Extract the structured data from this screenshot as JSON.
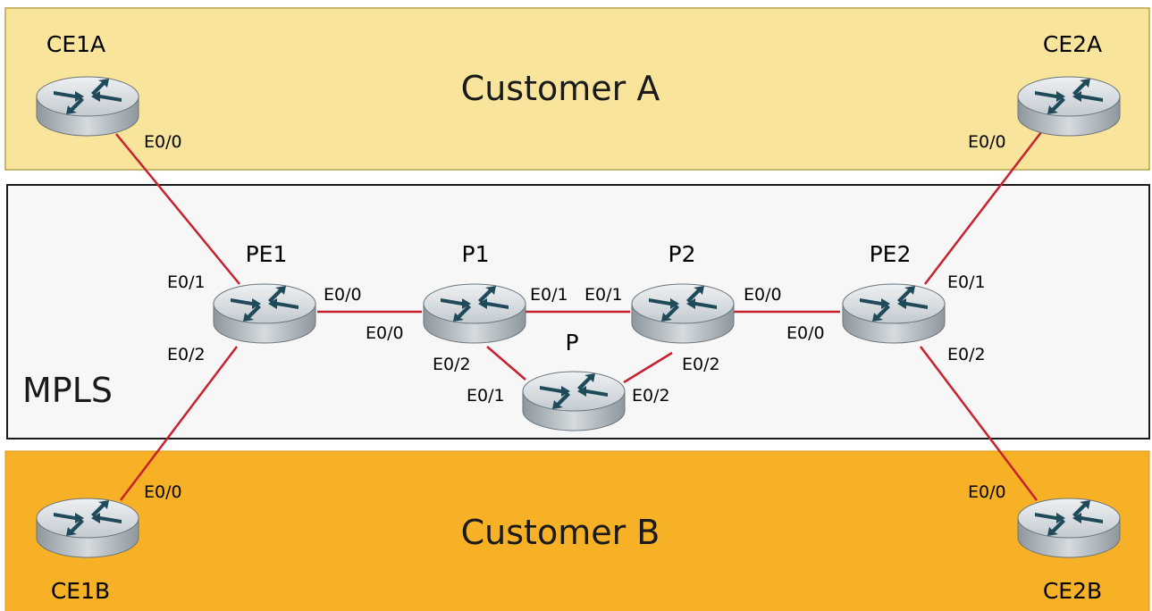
{
  "zones": {
    "customer_a": {
      "title": "Customer A",
      "color": "#f8e49a"
    },
    "mpls": {
      "title": "MPLS",
      "color": "#f7f7f7"
    },
    "customer_b": {
      "title": "Customer B",
      "color": "#f6b126"
    }
  },
  "colors": {
    "link": "#c8202f",
    "router_body": "#b9c2c8",
    "router_arrows": "#1f4a5a"
  },
  "routers": {
    "ce1a": "CE1A",
    "ce2a": "CE2A",
    "pe1": "PE1",
    "p1": "P1",
    "p2": "P2",
    "pe2": "PE2",
    "p": "P",
    "ce1b": "CE1B",
    "ce2b": "CE2B"
  },
  "interfaces": {
    "ce1a_e00": "E0/0",
    "ce2a_e00": "E0/0",
    "pe1_e01": "E0/1",
    "pe1_e00": "E0/0",
    "pe1_e02": "E0/2",
    "p1_e00": "E0/0",
    "p1_e01": "E0/1",
    "p1_e02": "E0/2",
    "p2_e01": "E0/1",
    "p2_e00": "E0/0",
    "p2_e02": "E0/2",
    "pe2_e00": "E0/0",
    "pe2_e01": "E0/1",
    "pe2_e02": "E0/2",
    "p_e01": "E0/1",
    "p_e02": "E0/2",
    "ce1b_e00": "E0/0",
    "ce2b_e00": "E0/0"
  },
  "router_icon": "router-icon"
}
